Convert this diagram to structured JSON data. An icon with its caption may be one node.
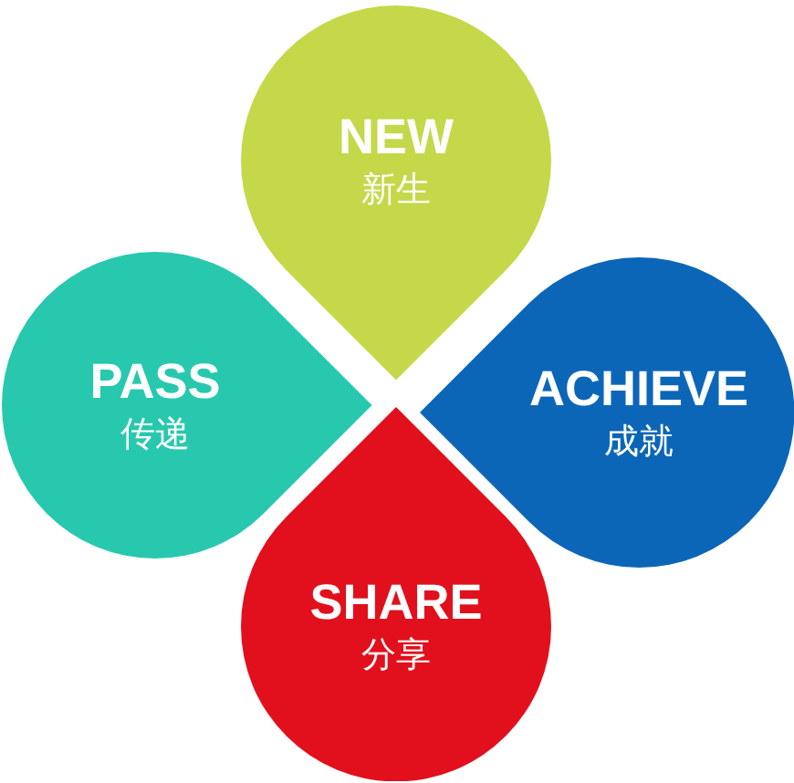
{
  "diagram": {
    "nodes": [
      {
        "text": [
          "NEW",
          "新生"
        ]
      },
      {
        "text": [
          "PASS",
          "传递"
        ]
      },
      {
        "text": [
          "ACHIEVE",
          "成就"
        ]
      },
      {
        "text": [
          "SHARE",
          "分享"
        ]
      }
    ]
  }
}
